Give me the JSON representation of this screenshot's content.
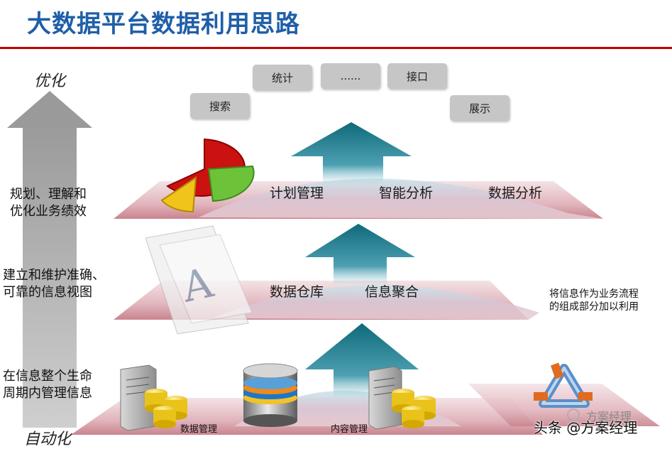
{
  "title": "大数据平台数据利用思路",
  "axis": {
    "top": "优化",
    "bottom": "自动化"
  },
  "side_labels": [
    {
      "line1": "规划、理解和",
      "line2": "优化业务绩效"
    },
    {
      "line1": "建立和维护准确、",
      "line2": "可靠的信息视图"
    },
    {
      "line1": "在信息整个生命",
      "line2": "周期内管理信息"
    }
  ],
  "top_boxes": {
    "search": "搜索",
    "stats": "统计",
    "more": "......",
    "interface": "接口",
    "display": "展示"
  },
  "layer1": {
    "plan": "计划管理",
    "smart": "智能分析",
    "data": "数据分析"
  },
  "layer2": {
    "warehouse": "数据仓库",
    "aggregate": "信息聚合"
  },
  "layer3": {
    "data_mgmt": "数据管理",
    "content_mgmt": "内容管理"
  },
  "note": {
    "line1": "将信息作为业务流程",
    "line2": "的组成部分加以利用"
  },
  "watermark": {
    "logo": "方案经理",
    "credit": "头条 @方案经理"
  },
  "colors": {
    "title": "#1f5fa8",
    "rule": "#c00000",
    "teal": "#1e7d8e",
    "pink": "#d9a0a8"
  }
}
